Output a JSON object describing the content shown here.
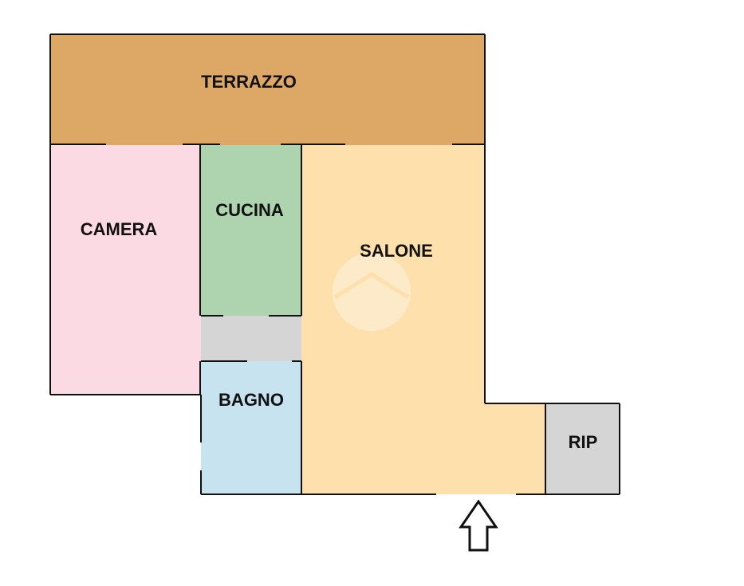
{
  "plan": {
    "rooms": [
      {
        "id": "terrazzo",
        "label": "TERRAZZO",
        "color": "#DDA866"
      },
      {
        "id": "camera",
        "label": "CAMERA",
        "color": "#FCDAE3"
      },
      {
        "id": "cucina",
        "label": "CUCINA",
        "color": "#AED3AF"
      },
      {
        "id": "disimpegno",
        "label": "",
        "color": "#D5D5D5"
      },
      {
        "id": "bagno",
        "label": "BAGNO",
        "color": "#C7E3F0"
      },
      {
        "id": "salone",
        "label": "SALONE",
        "color": "#FDE0AC"
      },
      {
        "id": "rip",
        "label": "RIP",
        "color": "#D5D5D5"
      }
    ],
    "wall_color": "#111111",
    "entrance_icon": "up-arrow-icon",
    "watermark_icon": "house-logo-icon"
  }
}
